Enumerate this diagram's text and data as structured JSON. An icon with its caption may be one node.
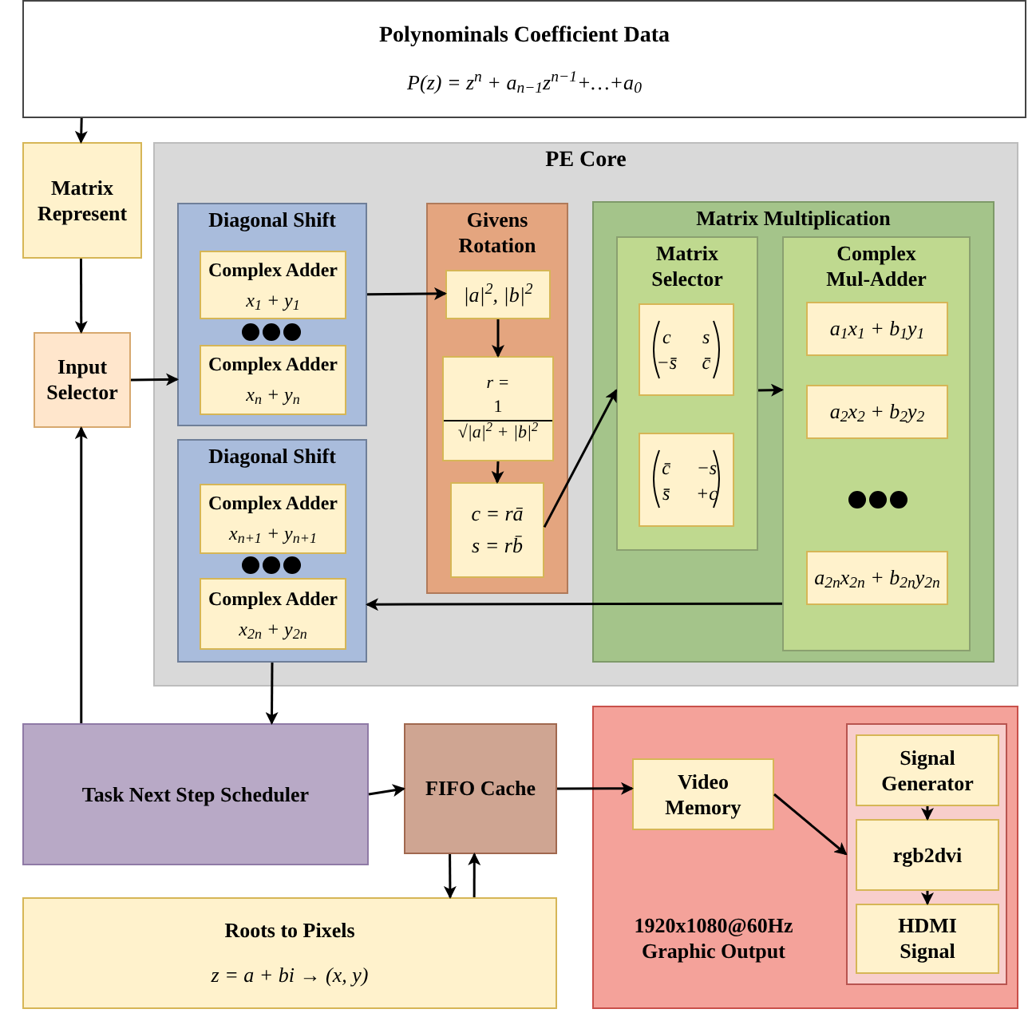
{
  "diagram": {
    "nodes": [
      {
        "text": [
          "Polynominals Coefficient Data",
          "P(z) = z$^{n}$ + a$_{n−1}$z$^{n−1}$+…+a$_{0}$"
        ]
      },
      {
        "text": [
          "Matrix Represent"
        ]
      },
      {
        "text": [
          "PE Core"
        ]
      },
      {
        "text": [
          "Diagonal Shift"
        ],
        "in": 2
      },
      {
        "text": [
          "Complex Adder",
          "x$_{1}$ + y$_{1}$"
        ],
        "in": 3
      },
      {
        "text": [
          "Complex Adder",
          "x$_{n}$ + y$_{n}$"
        ],
        "in": 3
      },
      {
        "text": [
          "Diagonal Shift"
        ],
        "in": 2
      },
      {
        "text": [
          "Complex Adder",
          "x$_{n+1}$ + y$_{n+1}$"
        ],
        "in": 6
      },
      {
        "text": [
          "Complex Adder",
          "x$_{2n}$ + y$_{2n}$"
        ],
        "in": 6
      },
      {
        "text": [
          "Givens Rotation"
        ],
        "in": 2
      },
      {
        "text": [
          "|a|$^{2}$, |b|$^{2}$"
        ],
        "in": 9
      },
      {
        "text": [
          "r =",
          "1",
          "√|a|$^{2}$ + |b|$^{2}$"
        ],
        "in": 9
      },
      {
        "text": [
          "c = rā",
          "s = rb̄"
        ],
        "in": 9
      },
      {
        "text": [
          "Matrix Multiplication"
        ],
        "in": 2
      },
      {
        "text": [
          "Matrix Selector"
        ],
        "in": 13
      },
      {
        "text": [
          "c",
          "s",
          "−s̄",
          "c̄"
        ],
        "in": 14
      },
      {
        "text": [
          "c̄",
          "−s",
          "s̄",
          "+c"
        ],
        "in": 14
      },
      {
        "text": [
          "Complex Mul-Adder"
        ],
        "in": 13
      },
      {
        "text": [
          "a$_{1}$x$_{1}$ + b$_{1}$y$_{1}$"
        ],
        "in": 17
      },
      {
        "text": [
          "a$_{2}$x$_{2}$ + b$_{2}$y$_{2}$"
        ],
        "in": 17
      },
      {
        "text": [
          "a$_{2n}$x$_{2n}$ + b$_{2n}$y$_{2n}$"
        ],
        "in": 17
      },
      {
        "text": [
          "Input Selector"
        ]
      },
      {
        "text": [
          "Task Next Step Scheduler"
        ]
      },
      {
        "text": [
          "FIFO Cache"
        ]
      },
      {
        "text": [
          "Roots to Pixels",
          "z = a + bi → (x, y)"
        ]
      },
      {
        "text": [
          "1920x1080@60Hz Graphic Output"
        ]
      },
      {
        "text": [
          "Video Memory"
        ],
        "in": 25
      },
      {
        "text": [],
        "shape": "box",
        "in": 25
      },
      {
        "text": [
          "Signal Generator"
        ],
        "in": 27
      },
      {
        "text": [
          "rgb2dvi"
        ],
        "in": 27
      },
      {
        "text": [
          "HDMI Signal"
        ],
        "in": 27
      }
    ],
    "edges": [
      {
        "from": 0,
        "to": 1,
        "arrow": "to"
      },
      {
        "from": 1,
        "to": 21,
        "arrow": "to"
      },
      {
        "from": 21,
        "to": 3,
        "arrow": "to"
      },
      {
        "from": 3,
        "to": 10,
        "arrow": "to"
      },
      {
        "from": 10,
        "to": 11,
        "arrow": "to"
      },
      {
        "from": 11,
        "to": 12,
        "arrow": "to"
      },
      {
        "from": 12,
        "to": 14,
        "arrow": "to"
      },
      {
        "from": 14,
        "to": 17,
        "arrow": "to"
      },
      {
        "from": 17,
        "to": 6,
        "arrow": "to"
      },
      {
        "from": 6,
        "to": 22,
        "arrow": "to"
      },
      {
        "from": 22,
        "to": 21,
        "arrow": "to"
      },
      {
        "from": 22,
        "to": 23,
        "arrow": "to"
      },
      {
        "from": 23,
        "to": 24,
        "arrow": "to"
      },
      {
        "from": 24,
        "to": 23,
        "arrow": "to"
      },
      {
        "from": 23,
        "to": 26,
        "arrow": "to"
      },
      {
        "from": 26,
        "to": 27,
        "arrow": "to"
      },
      {
        "from": 28,
        "to": 29,
        "arrow": "to"
      },
      {
        "from": 29,
        "to": 30,
        "arrow": "to"
      }
    ]
  }
}
